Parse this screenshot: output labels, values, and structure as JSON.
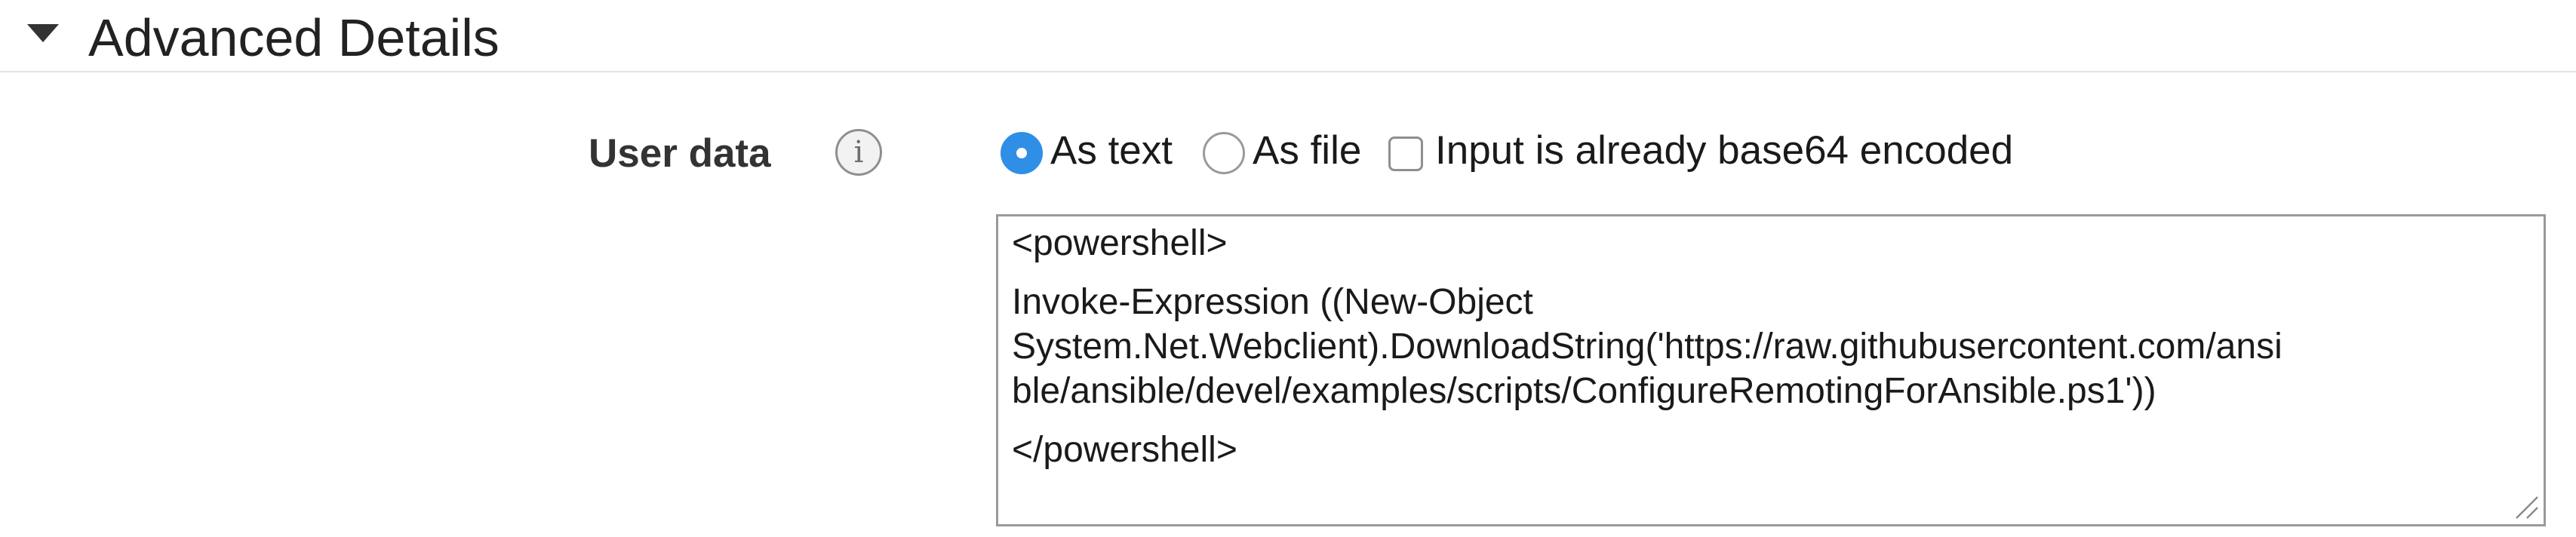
{
  "section": {
    "title": "Advanced Details",
    "caret_icon": "caret-down-icon"
  },
  "user_data": {
    "label": "User data",
    "info_icon": "info-icon",
    "info_glyph": "i",
    "options": [
      {
        "label": "As text",
        "selected": true
      },
      {
        "label": "As file",
        "selected": false
      }
    ],
    "base64_checkbox": {
      "label": "Input is already base64 encoded",
      "checked": false
    },
    "accent_color": "#2f8fe6",
    "textarea_lines": [
      "<powershell>",
      "Invoke-Expression ((New-Object",
      "System.Net.Webclient).DownloadString('https://raw.githubusercontent.com/ansi",
      "ble/ansible/devel/examples/scripts/ConfigureRemotingForAnsible.ps1'))",
      "</powershell>"
    ]
  }
}
